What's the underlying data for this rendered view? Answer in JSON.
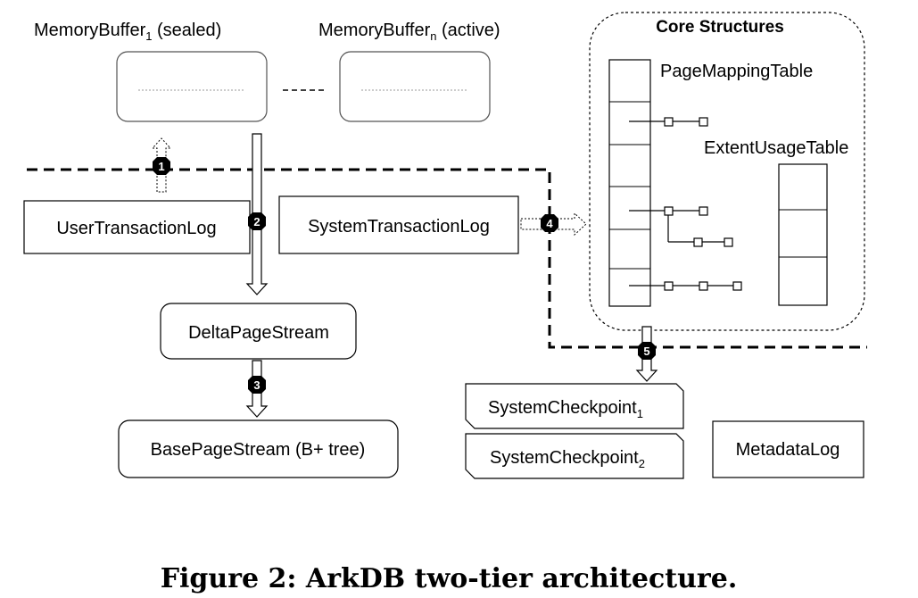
{
  "buffers": {
    "sealed": {
      "name": "MemoryBuffer",
      "sub": "1",
      "suffix": " (sealed)"
    },
    "active": {
      "name": "MemoryBuffer",
      "sub": "n",
      "suffix": " (active)"
    }
  },
  "core": {
    "title": "Core Structures",
    "page_mapping_table": "PageMappingTable",
    "extent_usage_table": "ExtentUsageTable"
  },
  "logs": {
    "user": "UserTransactionLog",
    "system": "SystemTransactionLog",
    "metadata": "MetadataLog"
  },
  "streams": {
    "delta": "DeltaPageStream",
    "base": "BasePageStream (B+ tree)"
  },
  "checkpoints": [
    {
      "name": "SystemCheckpoint",
      "sub": "1"
    },
    {
      "name": "SystemCheckpoint",
      "sub": "2"
    }
  ],
  "steps": [
    "1",
    "2",
    "3",
    "4",
    "5"
  ],
  "caption": "Figure 2: ArkDB two-tier architecture.",
  "colors": {
    "badge": "#000000",
    "line": "#000000",
    "fill": "#ffffff"
  }
}
